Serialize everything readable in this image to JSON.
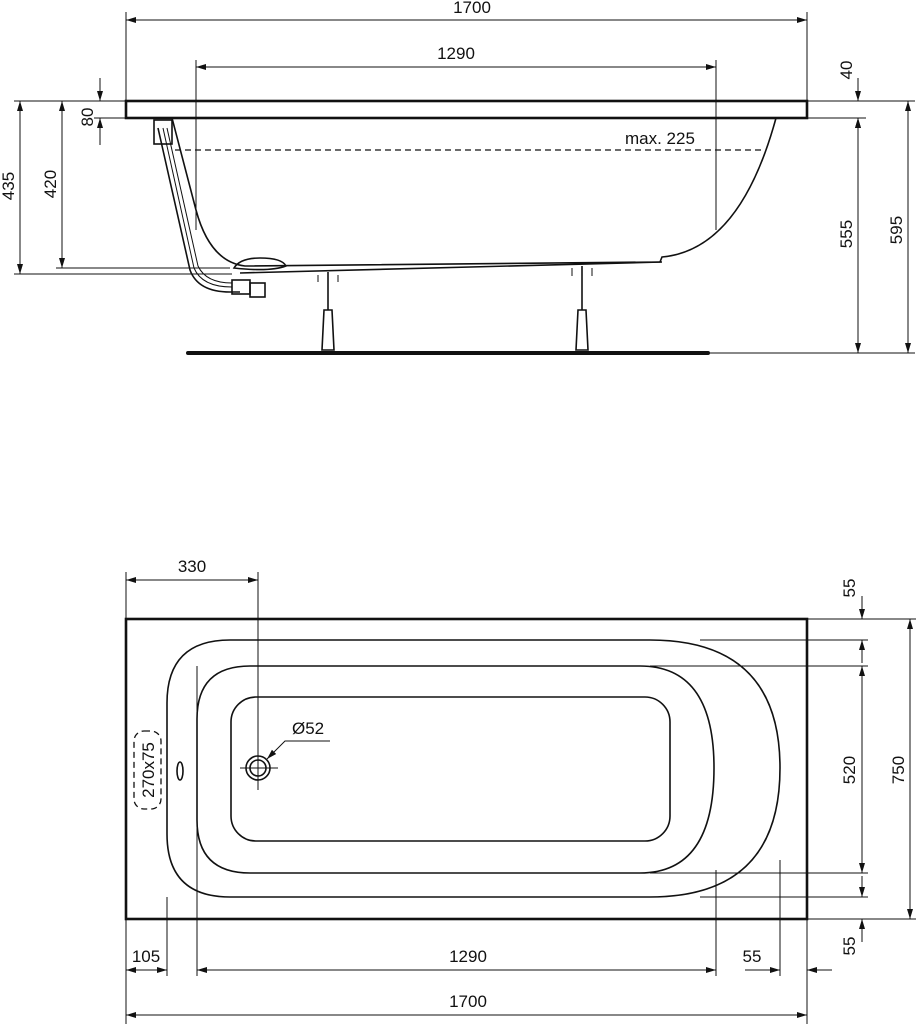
{
  "side_view": {
    "overall_length": "1700",
    "inner_length": "1290",
    "max_water_level": "max. 225",
    "total_height": "435",
    "inner_depth": "420",
    "overflow_height": "80",
    "rim_thickness": "40",
    "leg_height": "555",
    "installed_height": "595"
  },
  "plan_view": {
    "drain_offset": "330",
    "drain_diameter": "Ø52",
    "overflow_size": "270x75",
    "rim_left": "105",
    "inner_length": "1290",
    "rim_right": "55",
    "overall_length": "1700",
    "rim_top": "55",
    "inner_width": "520",
    "rim_bottom": "55",
    "overall_width": "750"
  }
}
